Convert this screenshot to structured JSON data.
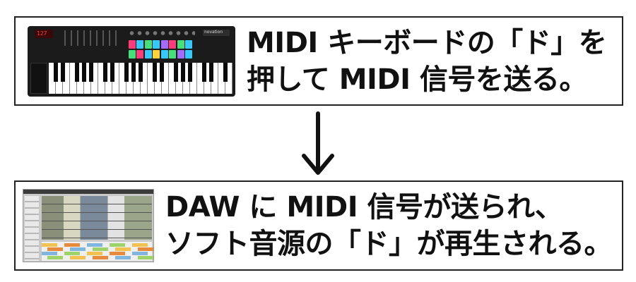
{
  "steps": [
    {
      "caption_lines": [
        "MIDI キーボードの「ド」を",
        "押して MIDI 信号を送る。"
      ],
      "image": {
        "kind": "midi-keyboard",
        "brand": "novation",
        "display": "127"
      }
    },
    {
      "caption_lines": [
        "DAW に MIDI 信号が送られ、",
        "ソフト音源の「ド」が再生される。"
      ],
      "image": {
        "kind": "daw-screenshot"
      }
    }
  ],
  "arrow": {
    "direction": "down",
    "icon": "down-arrow-icon"
  },
  "colors": {
    "border": "#222222",
    "text": "#111111",
    "pads": [
      "#ff3b7a",
      "#35c9ff",
      "#44e07a",
      "#35c9ff",
      "#a46bff",
      "#ff3b7a",
      "#44e07a",
      "#35c9ff",
      "#44e07a",
      "#ff3b7a",
      "#35c9ff",
      "#ffd23b",
      "#35c9ff",
      "#44e07a",
      "#a46bff",
      "#35c9ff"
    ],
    "clips": [
      "#f2c14e",
      "#e88a3a",
      "#7fb6e0",
      "#9ed36a"
    ]
  }
}
